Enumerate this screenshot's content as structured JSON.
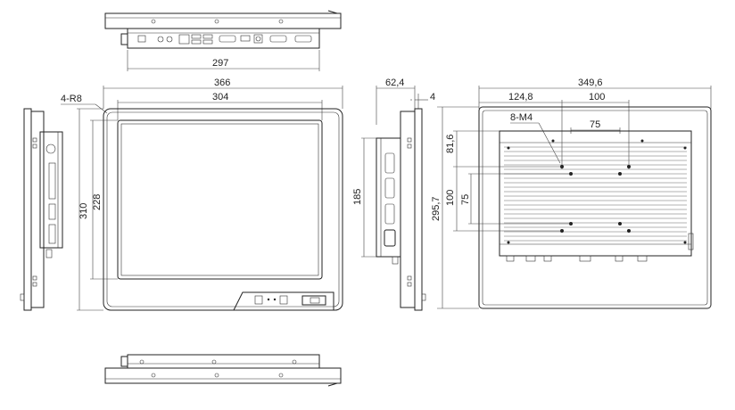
{
  "dimensions": {
    "top_connector_width": "297",
    "overall_width": "366",
    "screen_width": "304",
    "corner_radius": "4-R8",
    "overall_height": "310",
    "screen_height": "228",
    "side_depth": "62,4",
    "side_thickness": "4",
    "side_height": "185",
    "rear_width": "349,6",
    "rear_offset": "124,8",
    "rear_hole_spacing_x": "100",
    "rear_inner_spacing_x": "75",
    "mount_holes": "8-M4",
    "rear_top_offset": "81,6",
    "rear_height": "295,7",
    "rear_hole_spacing_y": "100",
    "rear_inner_spacing_y": "75"
  }
}
